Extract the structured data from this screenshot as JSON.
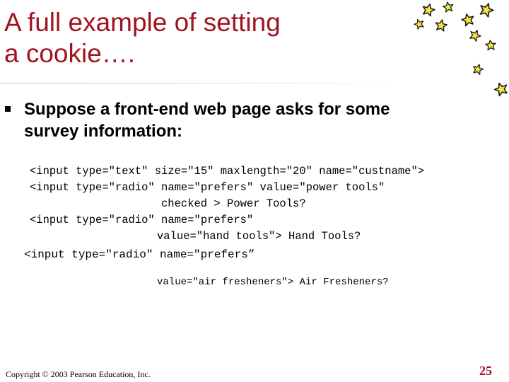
{
  "slide": {
    "title_line1": "A full example of setting",
    "title_line2": "a cookie….",
    "bullet_line1": "Suppose a front-end web page asks for some",
    "bullet_line2": "survey information:",
    "code": {
      "line1": "<input type=\"text\" size=\"15\" maxlength=\"20\" name=\"custname\">",
      "line2": "<input type=\"radio\" name=\"prefers\" value=\"power tools\"",
      "line3": "checked > Power Tools?",
      "line4": "<input type=\"radio\" name=\"prefers\"",
      "line5": "value=\"hand tools\"> Hand Tools?",
      "line6": "<input type=\"radio\" name=\"prefers”",
      "line7": "value=\"air fresheners\"> Air Fresheners?"
    },
    "footer": "Copyright © 2003 Pearson Education, Inc.",
    "page_number": "25",
    "colors": {
      "title": "#a0141e",
      "star_fill": "#f5e63c",
      "star_outline": "#1a1a1a"
    },
    "decoration": "stars"
  }
}
